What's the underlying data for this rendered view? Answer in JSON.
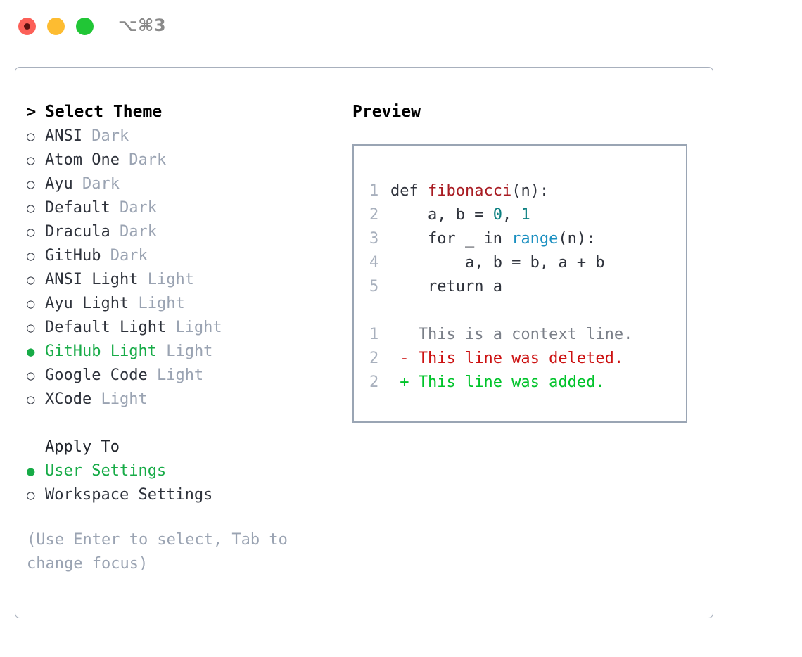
{
  "titlebar": {
    "shortcut": "⌥⌘3",
    "lights": [
      "close-red",
      "minimize-yellow",
      "zoom-green"
    ]
  },
  "left": {
    "header": "Select Theme",
    "caret": ">",
    "themes": [
      {
        "name": "ANSI",
        "kind": "Dark",
        "selected": false
      },
      {
        "name": "Atom One",
        "kind": "Dark",
        "selected": false
      },
      {
        "name": "Ayu",
        "kind": "Dark",
        "selected": false
      },
      {
        "name": "Default",
        "kind": "Dark",
        "selected": false
      },
      {
        "name": "Dracula",
        "kind": "Dark",
        "selected": false
      },
      {
        "name": "GitHub",
        "kind": "Dark",
        "selected": false
      },
      {
        "name": "ANSI Light",
        "kind": "Light",
        "selected": false
      },
      {
        "name": "Ayu Light",
        "kind": "Light",
        "selected": false
      },
      {
        "name": "Default Light",
        "kind": "Light",
        "selected": false
      },
      {
        "name": "GitHub Light",
        "kind": "Light",
        "selected": true
      },
      {
        "name": "Google Code",
        "kind": "Light",
        "selected": false
      },
      {
        "name": "XCode",
        "kind": "Light",
        "selected": false
      }
    ],
    "apply_to_label": "Apply To",
    "apply_to_options": [
      {
        "name": "User Settings",
        "selected": true
      },
      {
        "name": "Workspace Settings",
        "selected": false
      }
    ],
    "hint": "(Use Enter to select, Tab to change focus)"
  },
  "right": {
    "header": "Preview",
    "code_lines": [
      {
        "no": "1",
        "tokens": [
          {
            "t": "def ",
            "c": "plain"
          },
          {
            "t": "fibonacci",
            "c": "fn"
          },
          {
            "t": "(n):",
            "c": "plain"
          }
        ]
      },
      {
        "no": "2",
        "tokens": [
          {
            "t": "    a, b = ",
            "c": "plain"
          },
          {
            "t": "0",
            "c": "num"
          },
          {
            "t": ", ",
            "c": "plain"
          },
          {
            "t": "1",
            "c": "num"
          }
        ]
      },
      {
        "no": "3",
        "tokens": [
          {
            "t": "    for _ in ",
            "c": "plain"
          },
          {
            "t": "range",
            "c": "kw"
          },
          {
            "t": "(n):",
            "c": "plain"
          }
        ]
      },
      {
        "no": "4",
        "tokens": [
          {
            "t": "        a, b = b, a + b",
            "c": "plain"
          }
        ]
      },
      {
        "no": "5",
        "tokens": [
          {
            "t": "    return a",
            "c": "plain"
          }
        ]
      }
    ],
    "diff_lines": [
      {
        "no": "1",
        "sign": " ",
        "text": "This is a context line.",
        "kind": "context"
      },
      {
        "no": "2",
        "sign": "-",
        "text": "This line was deleted.",
        "kind": "del"
      },
      {
        "no": "2",
        "sign": "+",
        "text": "This line was added.",
        "kind": "add"
      }
    ]
  },
  "colors": {
    "accent_green": "#17ab47",
    "diff_add": "#00c32a",
    "diff_del": "#cc1111",
    "muted": "#9aa3b2",
    "token_function": "#a81b22",
    "token_number": "#0b7f80",
    "token_keyword": "#1a8fc0",
    "border": "#a8b0bd"
  }
}
